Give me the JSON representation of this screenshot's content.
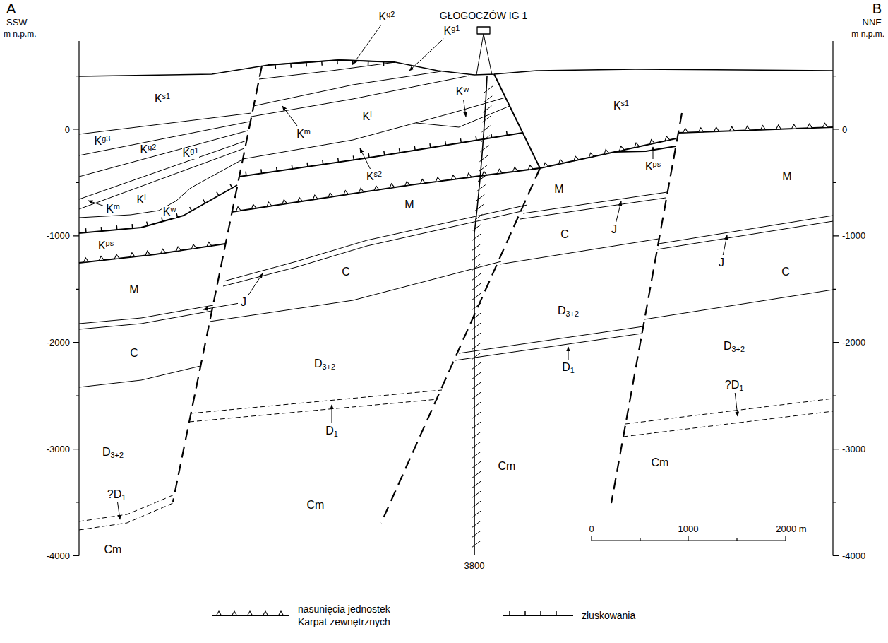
{
  "diagram": {
    "labels": [
      "A",
      "SSW",
      "m n.p.m.",
      "GŁOGOCZÓW IG 1",
      "B",
      "NNE",
      "m n.p.m.",
      "Kg2",
      "Kg1",
      "Ks1",
      "Ks1",
      "Kl",
      "Kw",
      "Km",
      "Kg3",
      "Kg2",
      "Kg1",
      "Ks2",
      "Kps",
      "Kl",
      "Km",
      "Kw",
      "M",
      "M",
      "M",
      "Kps",
      "J",
      "C",
      "J",
      "C",
      "C",
      "M",
      "J",
      "D3+2",
      "D3+2",
      "C",
      "D3+2",
      "D1",
      "?D1",
      "D1",
      "D3+2",
      "Cm",
      "Cm",
      "?D1",
      "Cm",
      "Cm",
      "0",
      "-1000",
      "-2000",
      "-3000",
      "-4000",
      "0",
      "-1000",
      "-2000",
      "-3000",
      "-4000",
      "3800",
      "0",
      "1000",
      "2000 m"
    ],
    "legend": [
      {
        "text": "nasunięcia jednostek Karpat zewnętrznych"
      },
      {
        "text": "złuskowania"
      }
    ]
  }
}
